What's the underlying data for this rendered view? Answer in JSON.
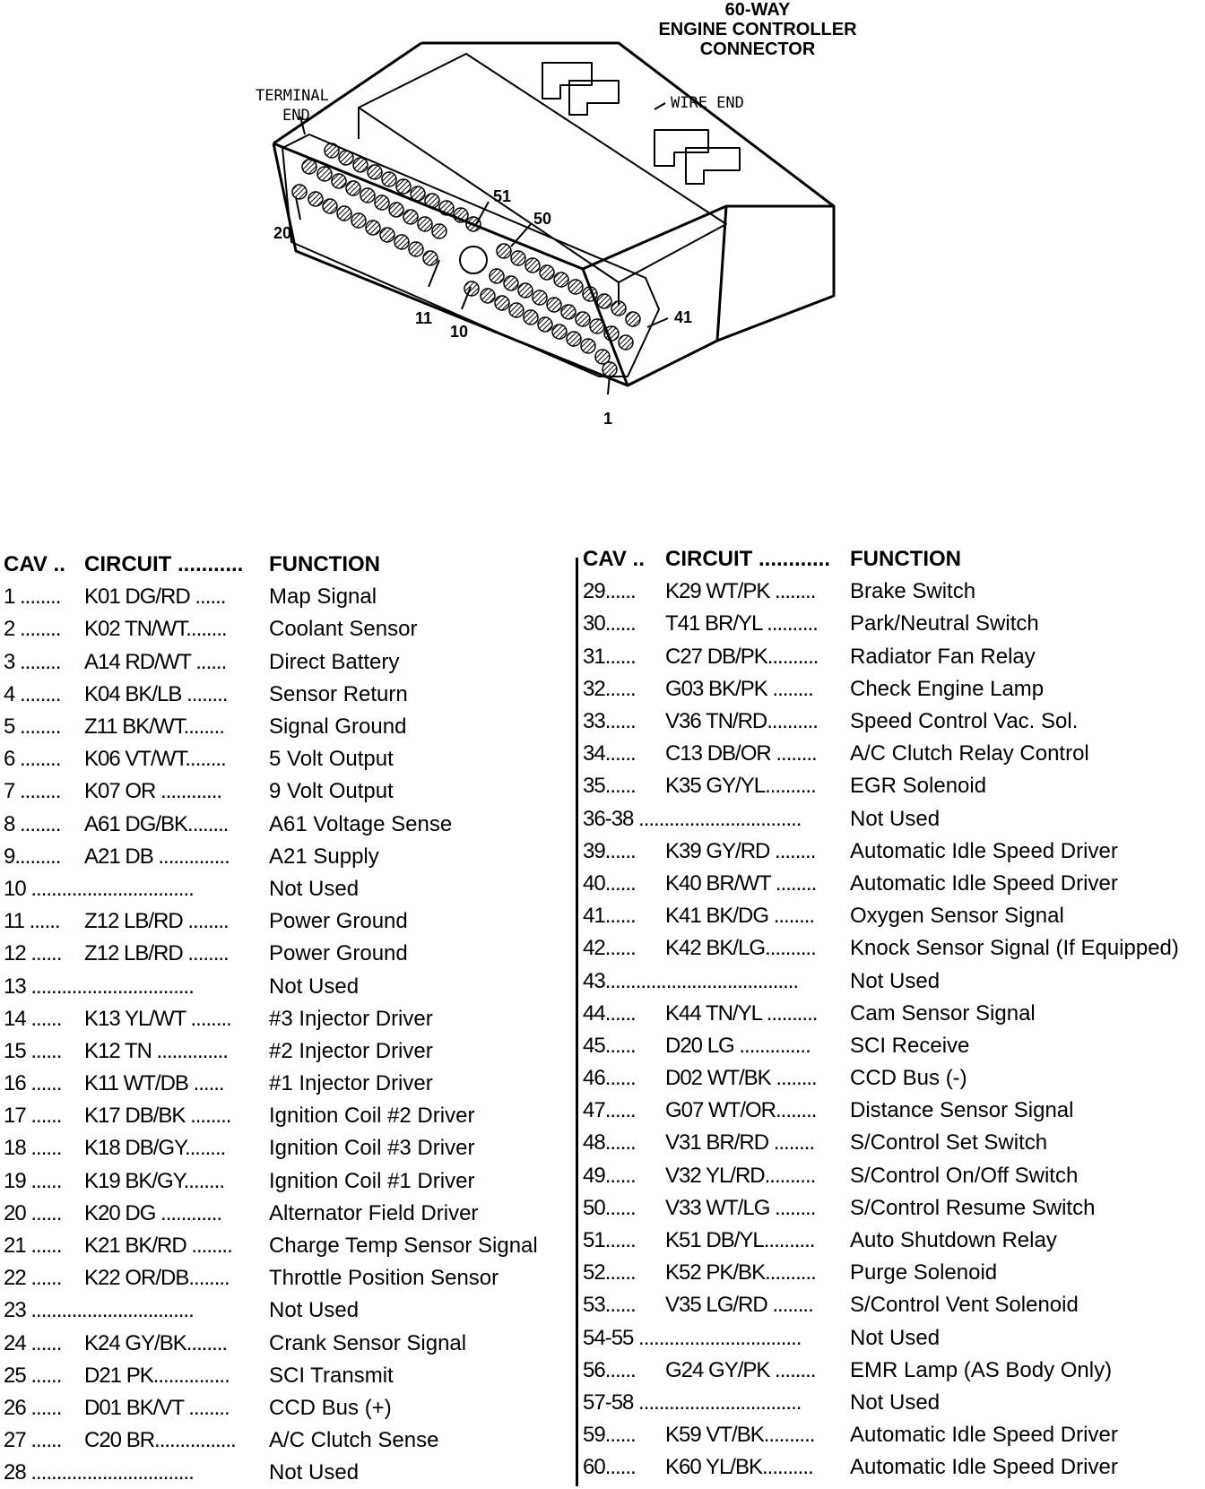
{
  "diagram": {
    "title_line1": "60-WAY",
    "title_line2": "ENGINE CONTROLLER",
    "title_line3": "CONNECTOR",
    "label_terminal_end_1": "TERMINAL",
    "label_terminal_end_2": "END",
    "label_wire_end": "WIRE END",
    "pin_labels": [
      "51",
      "50",
      "20",
      "11",
      "10",
      "41",
      "1"
    ]
  },
  "table": {
    "left_header": {
      "cav": "CAV ..",
      "circuit": "CIRCUIT ...........",
      "function": "FUNCTION"
    },
    "right_header": {
      "cav": "CAV ..",
      "circuit": "CIRCUIT ............",
      "function": "FUNCTION"
    },
    "left_rows": [
      {
        "cav": "1 ........",
        "circuit": "K01 DG/RD ......",
        "function": "Map Signal"
      },
      {
        "cav": "2 ........",
        "circuit": "K02 TN/WT........",
        "function": "Coolant Sensor"
      },
      {
        "cav": "3 ........",
        "circuit": "A14 RD/WT ......",
        "function": "Direct Battery"
      },
      {
        "cav": "4 ........",
        "circuit": "K04 BK/LB ........",
        "function": "Sensor Return"
      },
      {
        "cav": "5 ........",
        "circuit": "Z11 BK/WT........",
        "function": "Signal Ground"
      },
      {
        "cav": "6 ........",
        "circuit": "K06 VT/WT........",
        "function": "5 Volt Output"
      },
      {
        "cav": "7 ........",
        "circuit": "K07 OR ............",
        "function": "9 Volt Output"
      },
      {
        "cav": "8 ........",
        "circuit": "A61 DG/BK........",
        "function": "A61 Voltage Sense"
      },
      {
        "cav": "9.........",
        "circuit": "A21 DB ..............",
        "function": "A21 Supply"
      },
      {
        "cav": "10 ................................",
        "circuit": "",
        "function": "Not Used"
      },
      {
        "cav": "11 ......",
        "circuit": "Z12 LB/RD ........",
        "function": "Power Ground"
      },
      {
        "cav": "12 ......",
        "circuit": "Z12 LB/RD ........",
        "function": "Power Ground"
      },
      {
        "cav": "13 ................................",
        "circuit": "",
        "function": "Not Used"
      },
      {
        "cav": "14 ......",
        "circuit": "K13 YL/WT ........",
        "function": "#3 Injector Driver"
      },
      {
        "cav": "15 ......",
        "circuit": "K12 TN ..............",
        "function": "#2 Injector Driver"
      },
      {
        "cav": "16 ......",
        "circuit": "K11 WT/DB ......",
        "function": "#1 Injector Driver"
      },
      {
        "cav": "17 ......",
        "circuit": "K17 DB/BK ........",
        "function": "Ignition Coil #2 Driver"
      },
      {
        "cav": "18 ......",
        "circuit": "K18 DB/GY........",
        "function": "Ignition Coil #3 Driver"
      },
      {
        "cav": "19 ......",
        "circuit": "K19 BK/GY........",
        "function": "Ignition Coil #1 Driver"
      },
      {
        "cav": "20 ......",
        "circuit": "K20 DG ............",
        "function": "Alternator Field Driver"
      },
      {
        "cav": "21 ......",
        "circuit": "K21 BK/RD ........",
        "function": "Charge Temp Sensor Signal"
      },
      {
        "cav": "22 ......",
        "circuit": "K22 OR/DB........",
        "function": "Throttle Position Sensor"
      },
      {
        "cav": "23 ................................",
        "circuit": "",
        "function": "Not Used"
      },
      {
        "cav": "24 ......",
        "circuit": "K24 GY/BK........",
        "function": "Crank Sensor Signal"
      },
      {
        "cav": "25 ......",
        "circuit": "D21 PK...............",
        "function": "SCI Transmit"
      },
      {
        "cav": "26 ......",
        "circuit": "D01 BK/VT ........",
        "function": "CCD Bus (+)"
      },
      {
        "cav": "27 ......",
        "circuit": "C20 BR................",
        "function": "A/C Clutch Sense"
      },
      {
        "cav": "28 ................................",
        "circuit": "",
        "function": "Not Used"
      }
    ],
    "right_rows": [
      {
        "cav": "29......",
        "circuit": "K29 WT/PK ........",
        "function": "Brake Switch"
      },
      {
        "cav": "30......",
        "circuit": "T41 BR/YL ..........",
        "function": "Park/Neutral Switch"
      },
      {
        "cav": "31......",
        "circuit": "C27 DB/PK..........",
        "function": "Radiator Fan Relay"
      },
      {
        "cav": "32......",
        "circuit": "G03 BK/PK ........",
        "function": "Check Engine Lamp"
      },
      {
        "cav": "33......",
        "circuit": "V36 TN/RD..........",
        "function": "Speed Control Vac. Sol."
      },
      {
        "cav": "34......",
        "circuit": "C13 DB/OR ........",
        "function": "A/C Clutch Relay Control"
      },
      {
        "cav": "35......",
        "circuit": "K35 GY/YL..........",
        "function": "EGR Solenoid"
      },
      {
        "cav": "36-38 ................................",
        "circuit": "",
        "function": "Not Used"
      },
      {
        "cav": "39......",
        "circuit": "K39 GY/RD ........",
        "function": "Automatic Idle Speed Driver"
      },
      {
        "cav": "40......",
        "circuit": "K40 BR/WT ........",
        "function": "Automatic Idle Speed Driver"
      },
      {
        "cav": "41......",
        "circuit": "K41 BK/DG ........",
        "function": "Oxygen Sensor Signal"
      },
      {
        "cav": "42......",
        "circuit": "K42 BK/LG..........",
        "function": "Knock Sensor Signal (If Equipped)"
      },
      {
        "cav": "43......................................",
        "circuit": "",
        "function": "Not Used"
      },
      {
        "cav": "44......",
        "circuit": "K44 TN/YL ..........",
        "function": "Cam Sensor Signal"
      },
      {
        "cav": "45......",
        "circuit": "D20 LG ..............",
        "function": "SCI Receive"
      },
      {
        "cav": "46......",
        "circuit": "D02 WT/BK ........",
        "function": "CCD Bus (-)"
      },
      {
        "cav": "47......",
        "circuit": "G07 WT/OR........",
        "function": "Distance Sensor Signal"
      },
      {
        "cav": "48......",
        "circuit": "V31 BR/RD ........",
        "function": "S/Control Set Switch"
      },
      {
        "cav": "49......",
        "circuit": "V32 YL/RD..........",
        "function": "S/Control On/Off Switch"
      },
      {
        "cav": "50......",
        "circuit": "V33 WT/LG ........",
        "function": "S/Control Resume Switch"
      },
      {
        "cav": "51......",
        "circuit": "K51 DB/YL..........",
        "function": "Auto Shutdown Relay"
      },
      {
        "cav": "52......",
        "circuit": "K52 PK/BK..........",
        "function": "Purge Solenoid"
      },
      {
        "cav": "53......",
        "circuit": "V35 LG/RD ........",
        "function": "S/Control Vent Solenoid"
      },
      {
        "cav": "54-55 ................................",
        "circuit": "",
        "function": "Not Used"
      },
      {
        "cav": "56......",
        "circuit": "G24 GY/PK ........",
        "function": "EMR Lamp (AS Body Only)"
      },
      {
        "cav": "57-58 ................................",
        "circuit": "",
        "function": "Not Used"
      },
      {
        "cav": "59......",
        "circuit": "K59 VT/BK..........",
        "function": "Automatic Idle Speed Driver"
      },
      {
        "cav": "60......",
        "circuit": "K60 YL/BK..........",
        "function": "Automatic Idle Speed Driver"
      }
    ]
  }
}
